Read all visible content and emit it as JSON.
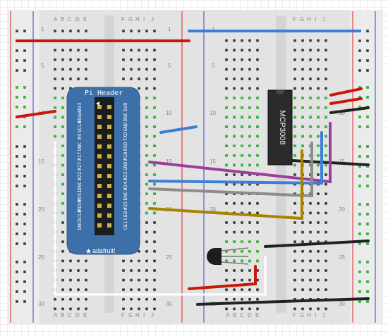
{
  "breadboards": [
    {
      "id": "left",
      "top_column_letters": [
        "A",
        "B",
        "C",
        "D",
        "E",
        "F",
        "G",
        "H",
        "I",
        "J"
      ],
      "bottom_column_letters": [
        "A",
        "B",
        "C",
        "D",
        "E",
        "F",
        "G",
        "H",
        "I",
        "J"
      ],
      "row_numbers": [
        "1",
        "5",
        "10",
        "15",
        "20",
        "25",
        "30"
      ],
      "right_row_numbers": [
        "1",
        "5",
        "10",
        "15",
        "20",
        "25",
        "30"
      ]
    },
    {
      "id": "right",
      "top_column_letters": [
        "F",
        "G",
        "H",
        "I",
        "J"
      ],
      "bottom_column_letters": [
        "A",
        "B",
        "C",
        "D",
        "E",
        "F",
        "G",
        "H",
        "I",
        "J"
      ],
      "row_numbers": [
        "1",
        "5",
        "10",
        "15",
        "20",
        "25",
        "30"
      ],
      "right_row_numbers": [
        "10",
        "15",
        "20",
        "25",
        "30"
      ]
    }
  ],
  "pi_header": {
    "title": "Pi Header",
    "brand": "adafruit!",
    "left_labels": [
      "3V3",
      "SDA0",
      "SCL0",
      "#4",
      "DNC",
      "#17",
      "#27",
      "#22",
      "DNC",
      "MOSI",
      "MISO",
      "SCLK",
      "DNC"
    ],
    "right_labels": [
      "5V0",
      "DNC",
      "GND",
      "TXD",
      "RXD",
      "#18",
      "GND",
      "#23",
      "#24",
      "DNC",
      "#25",
      "CE0",
      "CE1"
    ]
  },
  "chip": {
    "label": "MCP3008"
  },
  "wire_colors": {
    "red": "#c8180c",
    "blue": "#3a7fd8",
    "black": "#222222",
    "purple": "#9b3f9b",
    "gray": "#8c8c8c",
    "olive": "#a78300",
    "white": "#ffffff"
  }
}
